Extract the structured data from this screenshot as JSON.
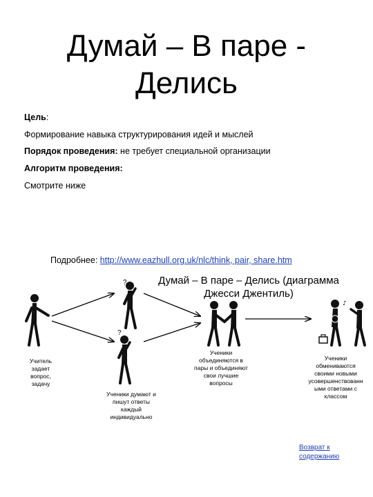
{
  "title": {
    "line1": "Думай – В паре -",
    "line2": "Делись"
  },
  "goal": {
    "label": "Цель",
    "suffix": ":"
  },
  "goal_text": "Формирование навыка структурирования идей и мыслей",
  "order": {
    "label": "Порядок проведения:",
    "text": " не требует специальной организации"
  },
  "algorithm": {
    "label": "Алгоритм проведения:"
  },
  "see_below": "Смотрите ниже",
  "more": {
    "prefix": "Подробнее: ",
    "url": "http://www.eazhull.org.uk/nlc/think, pair, share.htm"
  },
  "diagram": {
    "title_line1": "Думай – В паре – Делись (диаграмма",
    "title_line2": "Джесси Джентиль)",
    "teacher_caption": [
      "Учитель",
      "задает",
      "вопрос,",
      "задачу"
    ],
    "think_caption": [
      "Ученики думают и",
      "пишут ответы",
      "каждый",
      "индивидуально"
    ],
    "pair_caption": [
      "Ученики",
      "объединяются в",
      "пары и объединяют",
      "свои лучшие",
      "вопросы"
    ],
    "share_caption": [
      "Ученики",
      "обмениваются",
      "своими новыми",
      "усовершенствованн",
      "ыми ответами с",
      "классом"
    ]
  },
  "back_link": [
    "Возврат к",
    "содержанию"
  ]
}
